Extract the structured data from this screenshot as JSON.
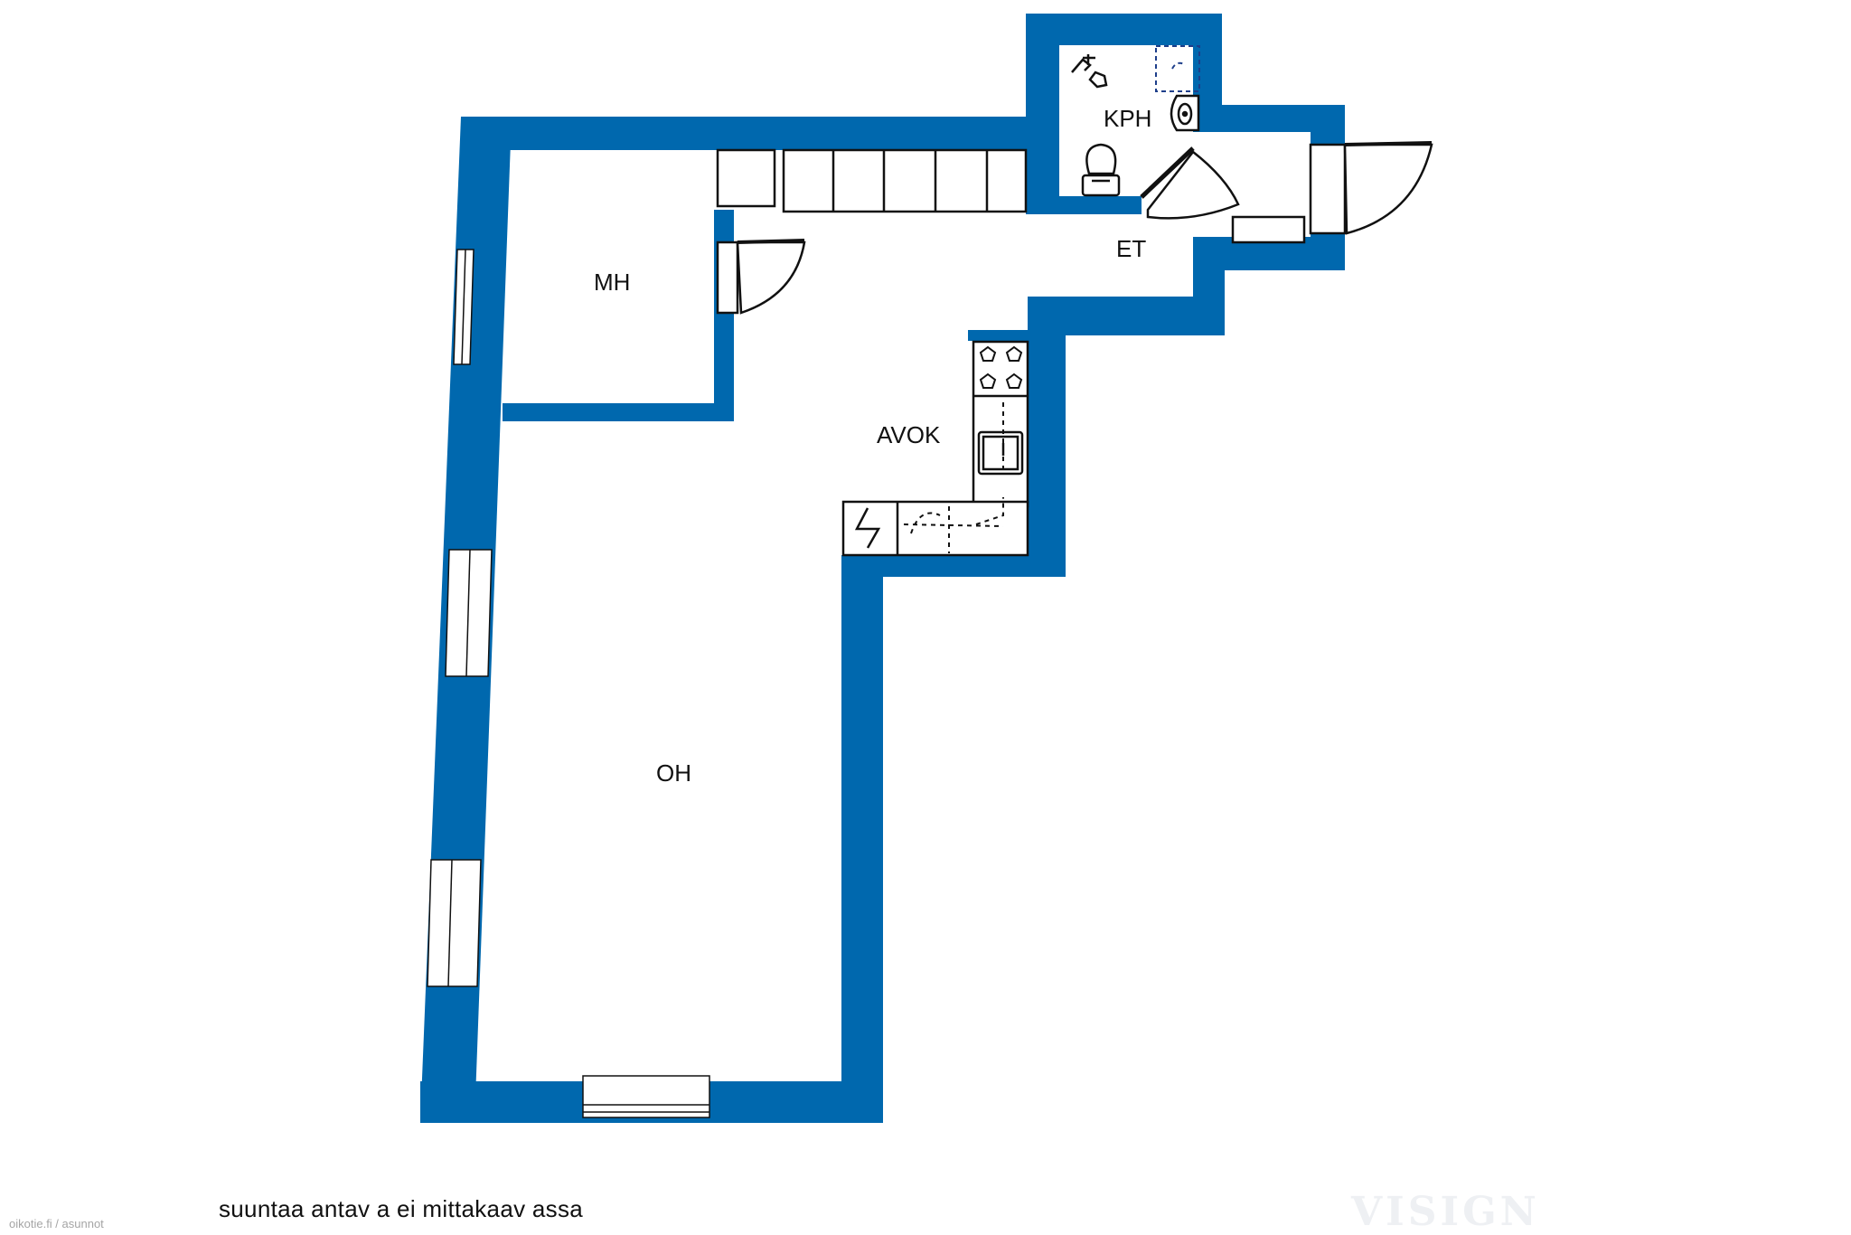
{
  "colors": {
    "wall": "#0068AE",
    "fixture_line": "#111111",
    "background": "#ffffff"
  },
  "rooms": {
    "mh": "MH",
    "kph": "KPH",
    "et": "ET",
    "avok": "AVOK",
    "oh": "OH"
  },
  "caption": "suuntaa antav a ei mittakaav assa",
  "source_credit": "oikotie.fi / asunnot",
  "watermark": "VISIGN",
  "icons": [
    "window-icon",
    "door-swing-icon",
    "wardrobe-icon",
    "stove-icon",
    "sink-icon",
    "toilet-icon",
    "shower-icon",
    "basin-icon",
    "tap-icon",
    "electric-panel-icon"
  ]
}
